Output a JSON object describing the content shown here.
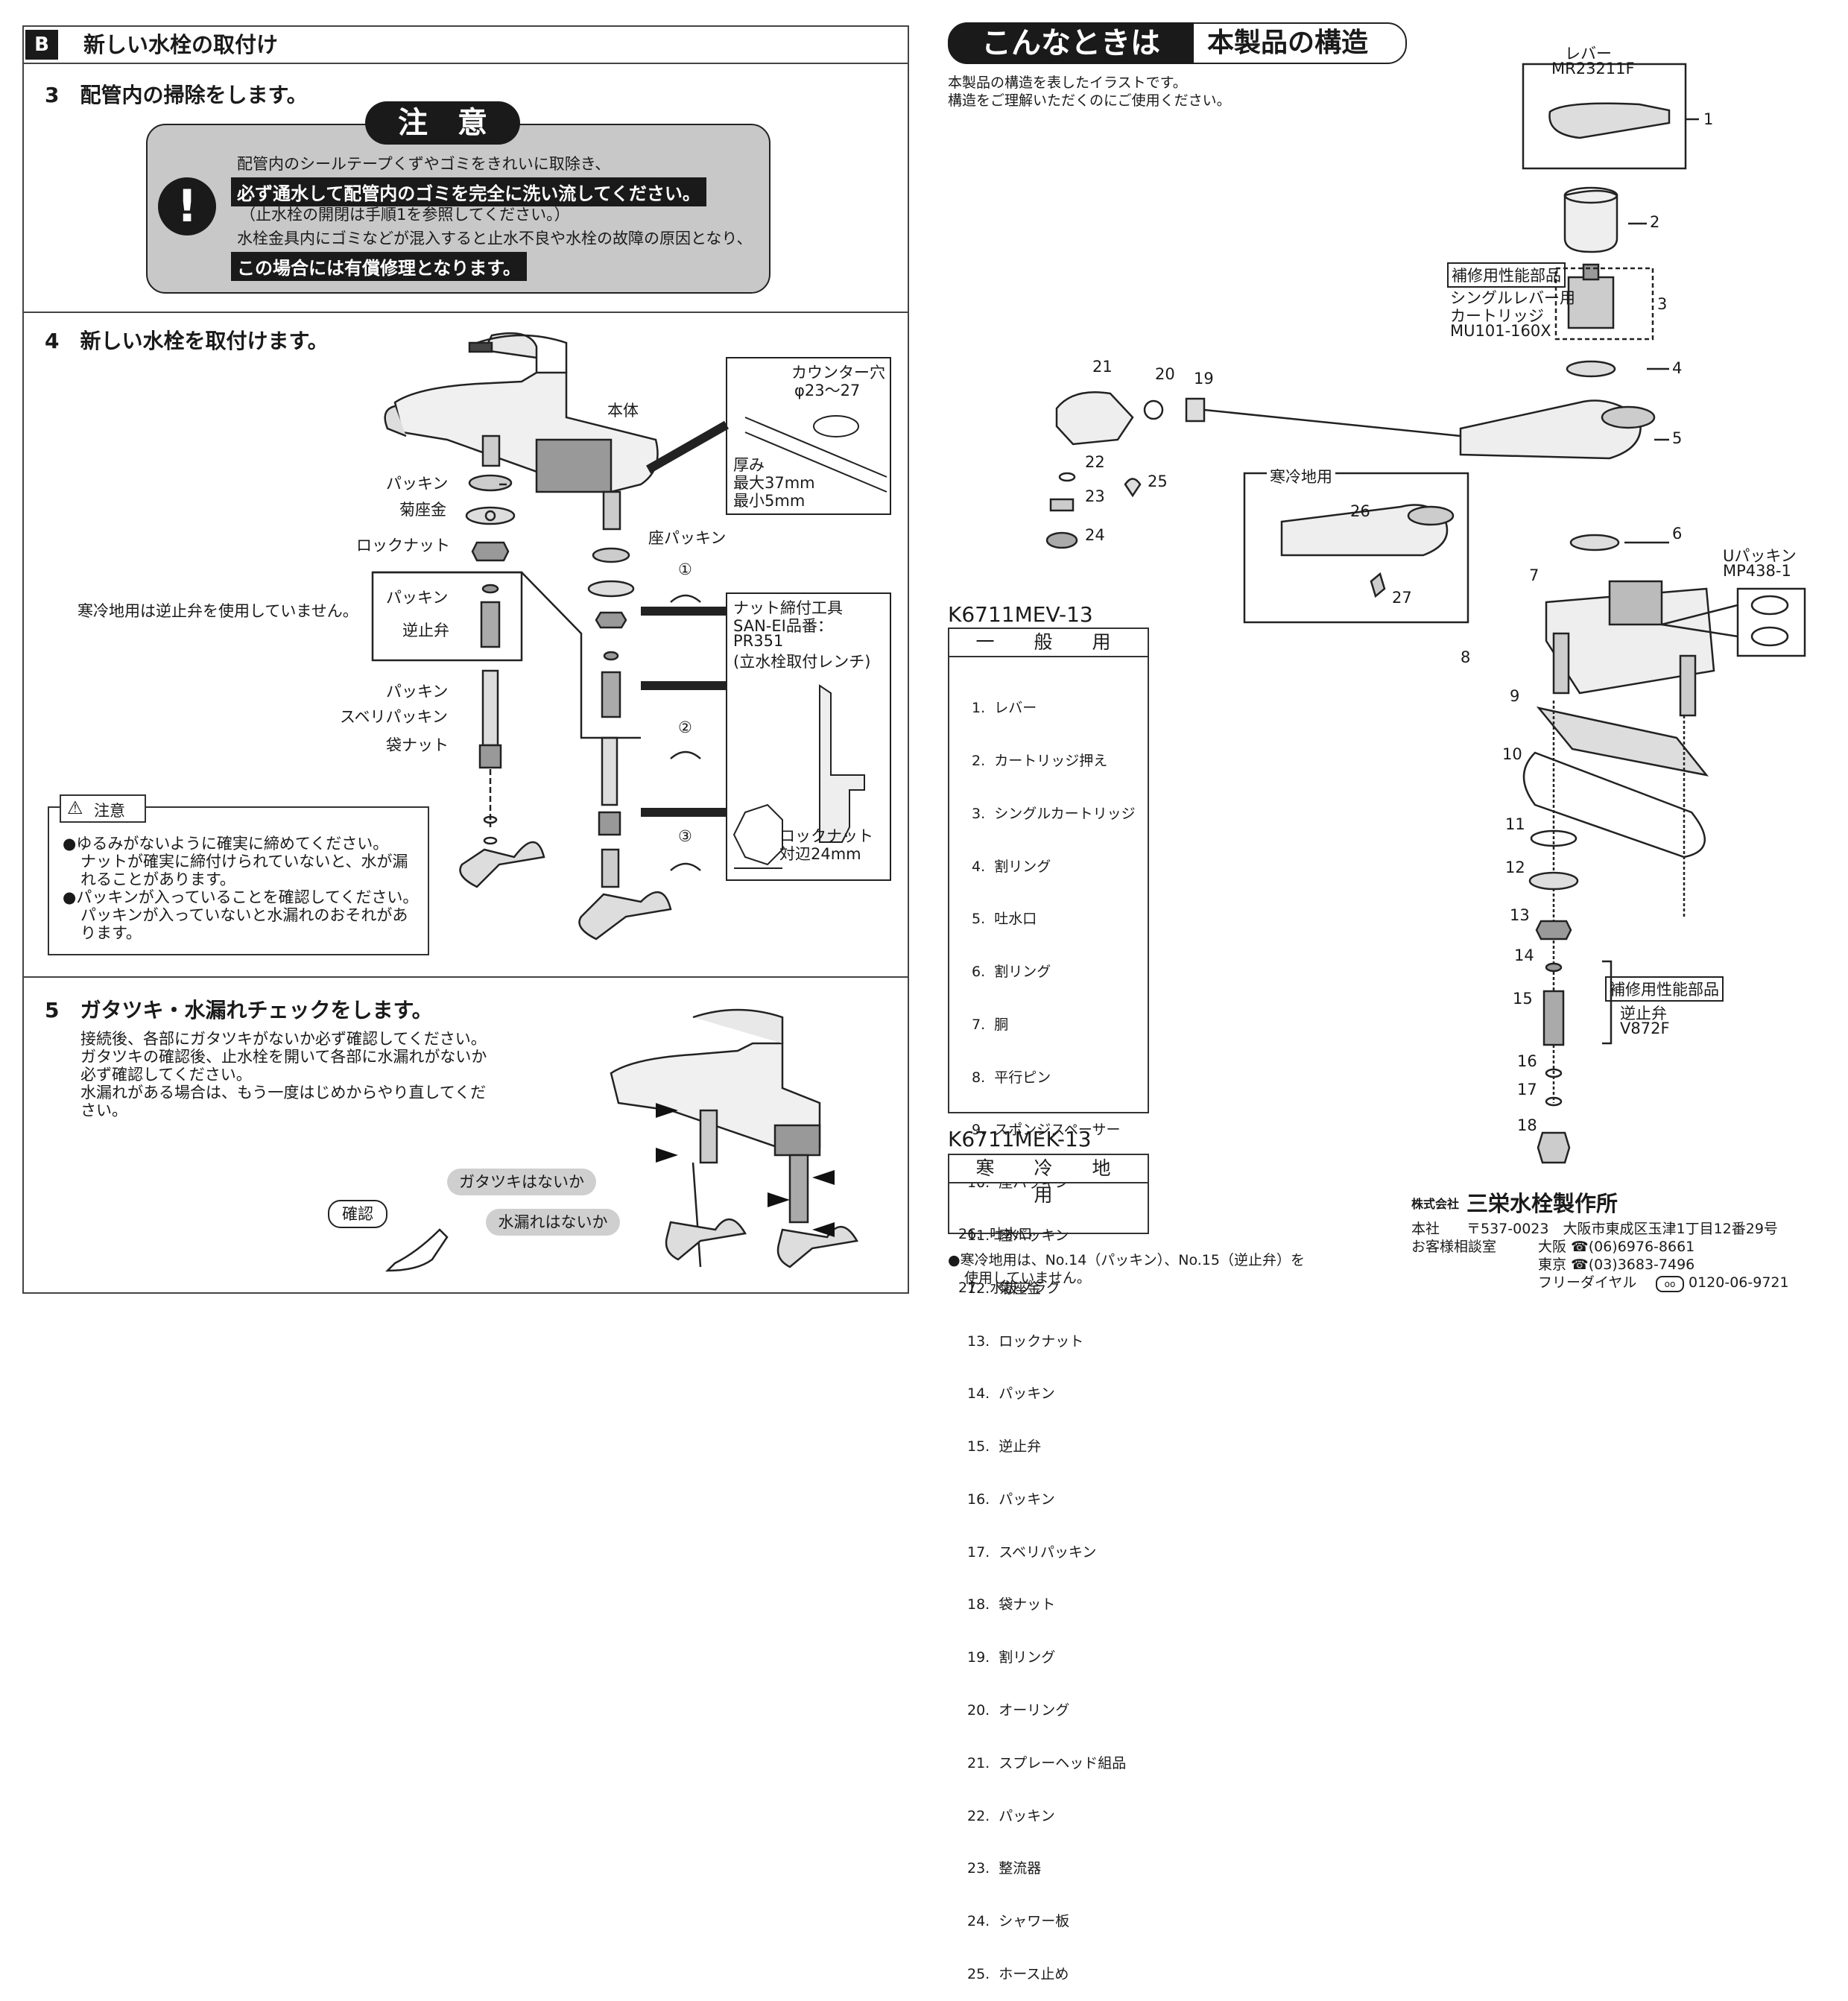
{
  "left": {
    "section_badge": "B",
    "section_title": "新しい水栓の取付け",
    "step3": {
      "title": "3　配管内の掃除をします。",
      "caution_badge": "注　意",
      "line1": "配管内のシールテープくずやゴミをきれいに取除き、",
      "line2": "必ず通水して配管内のゴミを完全に洗い流してください。",
      "line3": "（止水栓の開閉は手順1を参照してください。）",
      "line4": "水栓金具内にゴミなどが混入すると止水不良や水栓の故障の原因となり、",
      "line5": "この場合には有償修理となります。"
    },
    "step4": {
      "title": "4　新しい水栓を取付けます。",
      "labels": {
        "body": "本体",
        "packing1": "パッキン",
        "kikuzagane": "菊座金",
        "locknut": "ロックナット",
        "packing2": "パッキン",
        "gyakushiben": "逆止弁",
        "packing3": "パッキン",
        "suberi": "スベリパッキン",
        "fukuronut": "袋ナット",
        "zapacking": "座パッキン",
        "cold_note": "寒冷地用は逆止弁を使用していません。",
        "c1": "①",
        "c2": "②",
        "c3": "③"
      },
      "counter": {
        "title": "カウンター穴",
        "size": "φ23～27",
        "thick": "厚み",
        "max": "最大37mm",
        "min": "最小5mm"
      },
      "tool": {
        "l1": "ナット締付工具",
        "l2": "SAN-EI品番：",
        "l3": "PR351",
        "l4": "(立水栓取付レンチ)",
        "l5": "ロックナット",
        "l6": "対辺24mm"
      },
      "caution": {
        "title": "注意",
        "l1": "●ゆるみがないように確実に締めてください。",
        "l2": "ナットが確実に締付けられていないと、水が漏",
        "l3": "れることがあります。",
        "l4": "●パッキンが入っていることを確認してください。",
        "l5": "パッキンが入っていないと水漏れのおそれがあ",
        "l6": "ります。"
      }
    },
    "step5": {
      "title": "5　ガタツキ・水漏れチェックをします。",
      "l1": "接続後、各部にガタツキがないか必ず確認してください。",
      "l2": "ガタツキの確認後、止水栓を開いて各部に水漏れがないか",
      "l3": "必ず確認してください。",
      "l4": "水漏れがある場合は、もう一度はじめからやり直してくだ",
      "l5": "さい。",
      "bubble1": "ガタツキはないか",
      "bubble2": "水漏れはないか",
      "confirm": "確認"
    }
  },
  "right": {
    "header_tag": "こんなときは",
    "header_title": "本製品の構造",
    "intro1": "本製品の構造を表したイラストです。",
    "intro2": "構造をご理解いただくのにご使用ください。",
    "lever_label": "レバー",
    "lever_part": "MR23211F",
    "hoshu": "補修用性能部品",
    "cartridge1": "シングルレバー用",
    "cartridge2": "カートリッジ",
    "cartridge_part": "MU101-160X",
    "kanreichi": "寒冷地用",
    "upacking1": "Uパッキン",
    "upacking2": "MP438-1",
    "hoshu2": "補修用性能部品",
    "gyaku1": "逆止弁",
    "gyaku2": "V872F",
    "callouts": [
      "1",
      "2",
      "3",
      "4",
      "5",
      "6",
      "7",
      "8",
      "9",
      "10",
      "11",
      "12",
      "13",
      "14",
      "15",
      "16",
      "17",
      "18",
      "19",
      "20",
      "21",
      "22",
      "23",
      "24",
      "25",
      "26",
      "27"
    ],
    "model1": "K6711MEV-13",
    "model1_header": "一　般　用",
    "parts": [
      " 1.  レバー",
      " 2.  カートリッジ押え",
      " 3.  シングルカートリッジ",
      " 4.  割リング",
      " 5.  吐水口",
      " 6.  割リング",
      " 7.  胴",
      " 8.  平行ピン",
      " 9.  スポンジスペーサー",
      "10.  座パッキン",
      "11.  座パッキン",
      "12.  菊座金",
      "13.  ロックナット",
      "14.  パッキン",
      "15.  逆止弁",
      "16.  パッキン",
      "17.  スベリパッキン",
      "18.  袋ナット",
      "19.  割リング",
      "20.  オーリング",
      "21.  スプレーヘッド組品",
      "22.  パッキン",
      "23.  整流器",
      "24.  シャワー板",
      "25.  ホース止め"
    ],
    "model2": "K6711MEK-13",
    "model2_header": "寒　冷　地　用",
    "parts2": [
      "26.  吐水口",
      "27.  水抜プラグ"
    ],
    "note1": "●寒冷地用は、No.14（パッキン）、No.15（逆止弁）を",
    "note2": "使用していません。",
    "company_prefix": "株式会社",
    "company": "三栄水栓製作所",
    "addr_label": "本社",
    "addr": "〒537-0023　大阪市東成区玉津1丁目12番29号",
    "support_label": "お客様相談室",
    "osaka": "大阪 ☎(06)6976-8661",
    "tokyo": "東京 ☎(03)3683-7496",
    "freedial": "フリーダイヤル",
    "freedial_num": "0120-06-9721"
  }
}
